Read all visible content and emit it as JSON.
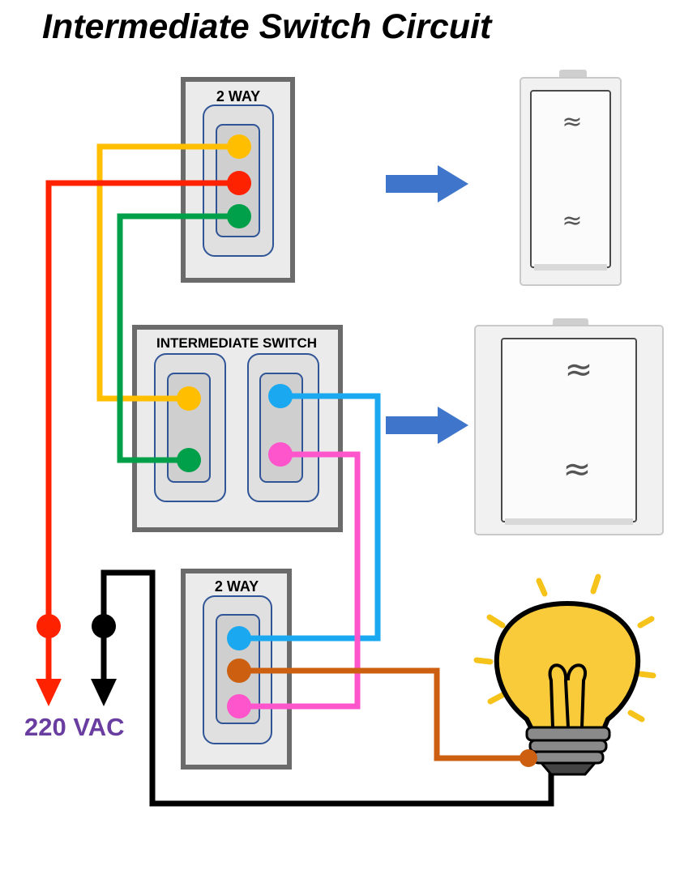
{
  "title": "Intermediate Switch Circuit",
  "switches": {
    "top_two_way": {
      "label": "2 WAY"
    },
    "intermediate": {
      "label": "INTERMEDIATE SWITCH"
    },
    "bottom_two_way": {
      "label": "2 WAY"
    }
  },
  "supply": {
    "label": "220 VAC"
  },
  "photo_switches": {
    "one_module": {
      "symbol": "≈"
    },
    "two_module": {
      "symbol": "≈"
    }
  },
  "colors": {
    "live": "#ff2200",
    "neutral": "#000000",
    "yellow": "#ffbe00",
    "green": "#00a04a",
    "blue": "#1aa8f0",
    "pink": "#ff55cc",
    "brown": "#cc5f10",
    "arrow": "#3f76cc",
    "supply_label": "#6a3ea1"
  }
}
